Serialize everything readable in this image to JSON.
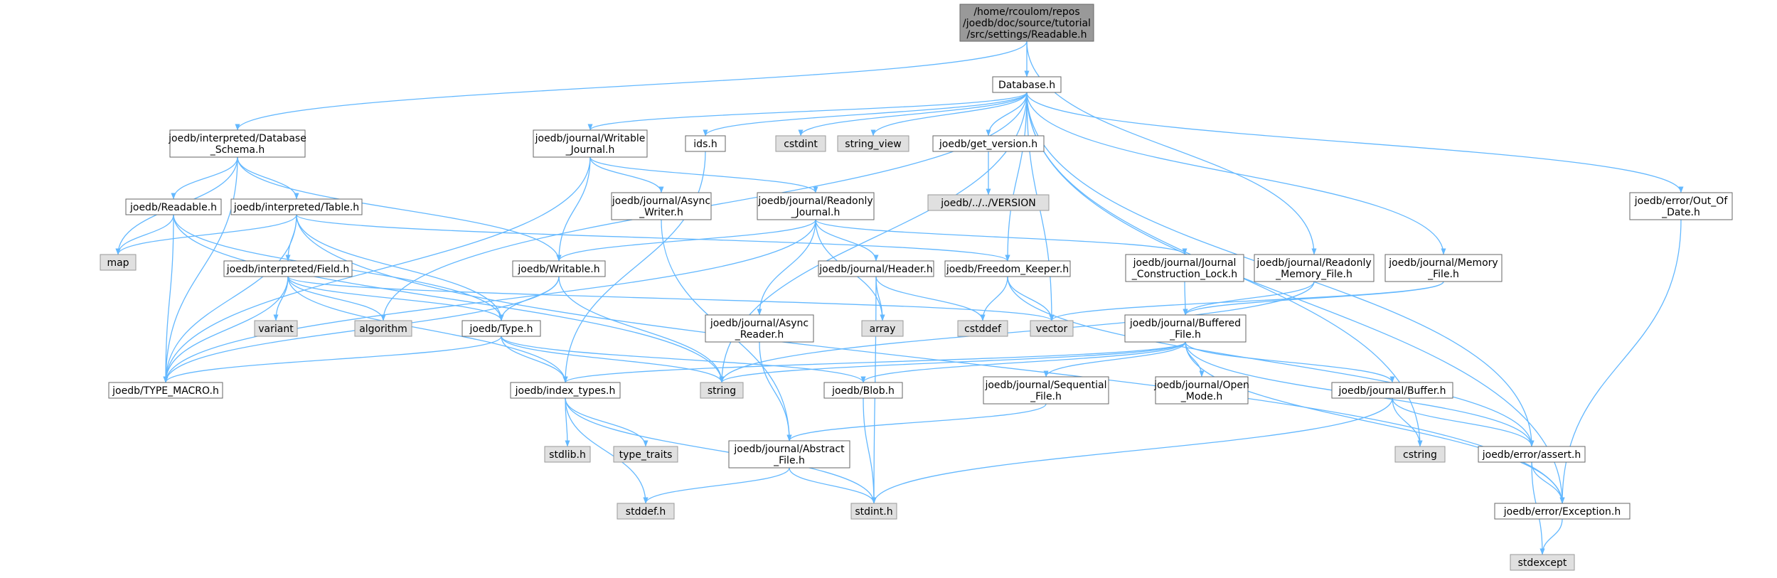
{
  "colors": {
    "edge": "#63b8ff",
    "node_border": "#666666",
    "node_fill": "#ffffff",
    "system_fill": "#e0e0e0",
    "system_border": "#999999",
    "root_fill": "#999999",
    "root_border": "#666666"
  },
  "nodes": [
    {
      "id": "root",
      "kind": "root",
      "label": [
        "/home/rcoulom/repos",
        "/joedb/doc/source/tutorial",
        "/src/settings/Readable.h"
      ]
    },
    {
      "id": "database",
      "kind": "file",
      "label": [
        "Database.h"
      ]
    },
    {
      "id": "db_schema",
      "kind": "file",
      "label": [
        "joedb/interpreted/Database",
        "_Schema.h"
      ]
    },
    {
      "id": "writable_journal",
      "kind": "file",
      "label": [
        "joedb/journal/Writable",
        "_Journal.h"
      ]
    },
    {
      "id": "ids",
      "kind": "file",
      "label": [
        "ids.h"
      ]
    },
    {
      "id": "cstdint",
      "kind": "system",
      "label": [
        "cstdint"
      ]
    },
    {
      "id": "string_view",
      "kind": "system",
      "label": [
        "string_view"
      ]
    },
    {
      "id": "get_version",
      "kind": "file",
      "label": [
        "joedb/get_version.h"
      ]
    },
    {
      "id": "version",
      "kind": "system",
      "label": [
        "joedb/../../VERSION"
      ]
    },
    {
      "id": "out_of_date",
      "kind": "file",
      "label": [
        "joedb/error/Out_Of",
        "_Date.h"
      ]
    },
    {
      "id": "readable",
      "kind": "file",
      "label": [
        "joedb/Readable.h"
      ]
    },
    {
      "id": "table",
      "kind": "file",
      "label": [
        "joedb/interpreted/Table.h"
      ]
    },
    {
      "id": "async_writer",
      "kind": "file",
      "label": [
        "joedb/journal/Async",
        "_Writer.h"
      ]
    },
    {
      "id": "readonly_journal",
      "kind": "file",
      "label": [
        "joedb/journal/Readonly",
        "_Journal.h"
      ]
    },
    {
      "id": "map",
      "kind": "system",
      "label": [
        "map"
      ]
    },
    {
      "id": "field",
      "kind": "file",
      "label": [
        "joedb/interpreted/Field.h"
      ]
    },
    {
      "id": "writable",
      "kind": "file",
      "label": [
        "joedb/Writable.h"
      ]
    },
    {
      "id": "header",
      "kind": "file",
      "label": [
        "joedb/journal/Header.h"
      ]
    },
    {
      "id": "freedom_keeper",
      "kind": "file",
      "label": [
        "joedb/Freedom_Keeper.h"
      ]
    },
    {
      "id": "journal_lock",
      "kind": "file",
      "label": [
        "joedb/journal/Journal",
        "_Construction_Lock.h"
      ]
    },
    {
      "id": "readonly_memory",
      "kind": "file",
      "label": [
        "joedb/journal/Readonly",
        "_Memory_File.h"
      ]
    },
    {
      "id": "memory_file",
      "kind": "file",
      "label": [
        "joedb/journal/Memory",
        "_File.h"
      ]
    },
    {
      "id": "variant",
      "kind": "system",
      "label": [
        "variant"
      ]
    },
    {
      "id": "algorithm",
      "kind": "system",
      "label": [
        "algorithm"
      ]
    },
    {
      "id": "type_h",
      "kind": "file",
      "label": [
        "joedb/Type.h"
      ]
    },
    {
      "id": "async_reader",
      "kind": "file",
      "label": [
        "joedb/journal/Async",
        "_Reader.h"
      ]
    },
    {
      "id": "array",
      "kind": "system",
      "label": [
        "array"
      ]
    },
    {
      "id": "cstddef",
      "kind": "system",
      "label": [
        "cstddef"
      ]
    },
    {
      "id": "vector",
      "kind": "system",
      "label": [
        "vector"
      ]
    },
    {
      "id": "buffered_file",
      "kind": "file",
      "label": [
        "joedb/journal/Buffered",
        "_File.h"
      ]
    },
    {
      "id": "type_macro",
      "kind": "file",
      "label": [
        "joedb/TYPE_MACRO.h"
      ]
    },
    {
      "id": "index_types",
      "kind": "file",
      "label": [
        "joedb/index_types.h"
      ]
    },
    {
      "id": "string",
      "kind": "system",
      "label": [
        "string"
      ]
    },
    {
      "id": "blob",
      "kind": "file",
      "label": [
        "joedb/Blob.h"
      ]
    },
    {
      "id": "sequential_file",
      "kind": "file",
      "label": [
        "joedb/journal/Sequential",
        "_File.h"
      ]
    },
    {
      "id": "open_mode",
      "kind": "file",
      "label": [
        "joedb/journal/Open",
        "_Mode.h"
      ]
    },
    {
      "id": "buffer",
      "kind": "file",
      "label": [
        "joedb/journal/Buffer.h"
      ]
    },
    {
      "id": "stdlib",
      "kind": "system",
      "label": [
        "stdlib.h"
      ]
    },
    {
      "id": "type_traits",
      "kind": "system",
      "label": [
        "type_traits"
      ]
    },
    {
      "id": "abstract_file",
      "kind": "file",
      "label": [
        "joedb/journal/Abstract",
        "_File.h"
      ]
    },
    {
      "id": "cstring",
      "kind": "system",
      "label": [
        "cstring"
      ]
    },
    {
      "id": "assert",
      "kind": "file",
      "label": [
        "joedb/error/assert.h"
      ]
    },
    {
      "id": "stddef",
      "kind": "system",
      "label": [
        "stddef.h"
      ]
    },
    {
      "id": "stdint",
      "kind": "system",
      "label": [
        "stdint.h"
      ]
    },
    {
      "id": "exception",
      "kind": "file",
      "label": [
        "joedb/error/Exception.h"
      ]
    },
    {
      "id": "stdexcept",
      "kind": "system",
      "label": [
        "stdexcept"
      ]
    }
  ],
  "edges": [
    [
      "root",
      "database"
    ],
    [
      "root",
      "db_schema"
    ],
    [
      "root",
      "readonly_memory"
    ],
    [
      "database",
      "writable_journal"
    ],
    [
      "database",
      "ids"
    ],
    [
      "database",
      "cstdint"
    ],
    [
      "database",
      "string_view"
    ],
    [
      "database",
      "get_version"
    ],
    [
      "database",
      "out_of_date"
    ],
    [
      "database",
      "freedom_keeper"
    ],
    [
      "database",
      "memory_file"
    ],
    [
      "database",
      "algorithm"
    ],
    [
      "database",
      "string"
    ],
    [
      "database",
      "vector"
    ],
    [
      "database",
      "cstring"
    ],
    [
      "database",
      "assert"
    ],
    [
      "database",
      "exception"
    ],
    [
      "get_version",
      "version"
    ],
    [
      "out_of_date",
      "exception"
    ],
    [
      "db_schema",
      "readable"
    ],
    [
      "db_schema",
      "table"
    ],
    [
      "db_schema",
      "map"
    ],
    [
      "db_schema",
      "writable"
    ],
    [
      "db_schema",
      "type_macro"
    ],
    [
      "writable_journal",
      "async_writer"
    ],
    [
      "writable_journal",
      "readonly_journal"
    ],
    [
      "writable_journal",
      "writable"
    ],
    [
      "writable_journal",
      "type_macro"
    ],
    [
      "ids",
      "index_types"
    ],
    [
      "readable",
      "map"
    ],
    [
      "readable",
      "type_h"
    ],
    [
      "readable",
      "type_macro"
    ],
    [
      "readable",
      "string"
    ],
    [
      "table",
      "field"
    ],
    [
      "table",
      "map"
    ],
    [
      "table",
      "freedom_keeper"
    ],
    [
      "table",
      "exception"
    ],
    [
      "table",
      "type_h"
    ],
    [
      "table",
      "type_macro"
    ],
    [
      "async_writer",
      "abstract_file"
    ],
    [
      "readonly_journal",
      "header"
    ],
    [
      "readonly_journal",
      "journal_lock"
    ],
    [
      "readonly_journal",
      "writable"
    ],
    [
      "readonly_journal",
      "async_reader"
    ],
    [
      "readonly_journal",
      "array"
    ],
    [
      "readonly_journal",
      "type_macro"
    ],
    [
      "field",
      "variant"
    ],
    [
      "field",
      "algorithm"
    ],
    [
      "field",
      "type_h"
    ],
    [
      "field",
      "index_types"
    ],
    [
      "field",
      "type_macro"
    ],
    [
      "field",
      "vector"
    ],
    [
      "writable",
      "type_h"
    ],
    [
      "writable",
      "string"
    ],
    [
      "writable",
      "type_macro"
    ],
    [
      "header",
      "array"
    ],
    [
      "header",
      "cstddef"
    ],
    [
      "header",
      "stdint"
    ],
    [
      "freedom_keeper",
      "cstddef"
    ],
    [
      "freedom_keeper",
      "vector"
    ],
    [
      "freedom_keeper",
      "assert"
    ],
    [
      "journal_lock",
      "buffered_file"
    ],
    [
      "readonly_memory",
      "buffered_file"
    ],
    [
      "readonly_memory",
      "string"
    ],
    [
      "memory_file",
      "buffered_file"
    ],
    [
      "memory_file",
      "vector"
    ],
    [
      "type_h",
      "type_macro"
    ],
    [
      "type_h",
      "index_types"
    ],
    [
      "type_h",
      "string"
    ],
    [
      "type_h",
      "blob"
    ],
    [
      "async_reader",
      "abstract_file"
    ],
    [
      "buffered_file",
      "index_types"
    ],
    [
      "buffered_file",
      "string"
    ],
    [
      "buffered_file",
      "blob"
    ],
    [
      "buffered_file",
      "sequential_file"
    ],
    [
      "buffered_file",
      "open_mode"
    ],
    [
      "buffered_file",
      "buffer"
    ],
    [
      "buffered_file",
      "assert"
    ],
    [
      "buffered_file",
      "exception"
    ],
    [
      "index_types",
      "stdlib"
    ],
    [
      "index_types",
      "type_traits"
    ],
    [
      "index_types",
      "stddef"
    ],
    [
      "index_types",
      "stdint"
    ],
    [
      "blob",
      "stdint"
    ],
    [
      "sequential_file",
      "abstract_file"
    ],
    [
      "buffer",
      "cstring"
    ],
    [
      "buffer",
      "assert"
    ],
    [
      "buffer",
      "stdint"
    ],
    [
      "abstract_file",
      "stddef"
    ],
    [
      "abstract_file",
      "stdint"
    ],
    [
      "assert",
      "exception"
    ],
    [
      "assert",
      "stdexcept"
    ],
    [
      "exception",
      "stdexcept"
    ]
  ]
}
